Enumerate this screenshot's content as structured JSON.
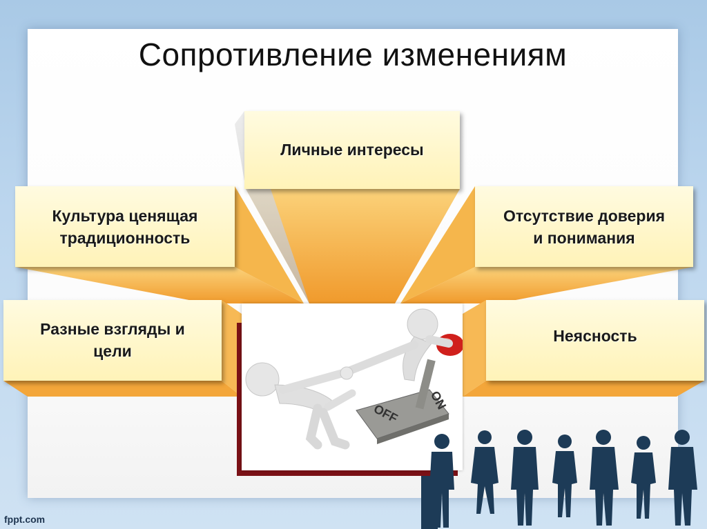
{
  "slide": {
    "title": "Сопротивление изменениям",
    "factors": {
      "personal_interests": "Личные интересы",
      "culture_line1": "Культура ценящая",
      "culture_line2": "традиционность",
      "trust_line1": "Отсутствие доверия",
      "trust_line2": "и понимания",
      "views_line1": "Разные взгляды и",
      "views_line2": "цели",
      "ambiguity": "Неясность"
    },
    "illustration": {
      "switch_on": "ON",
      "switch_off": "OFF"
    },
    "footer": "fppt.com"
  },
  "colors": {
    "box_fill": "#fff3b8",
    "ray_fill": "#f2a93b",
    "frame": "#7a1116",
    "button": "#d0201c",
    "silhouette": "#1d3b57"
  },
  "icons": [
    "people-silhouettes-icon",
    "tug-of-war-switch-icon"
  ]
}
